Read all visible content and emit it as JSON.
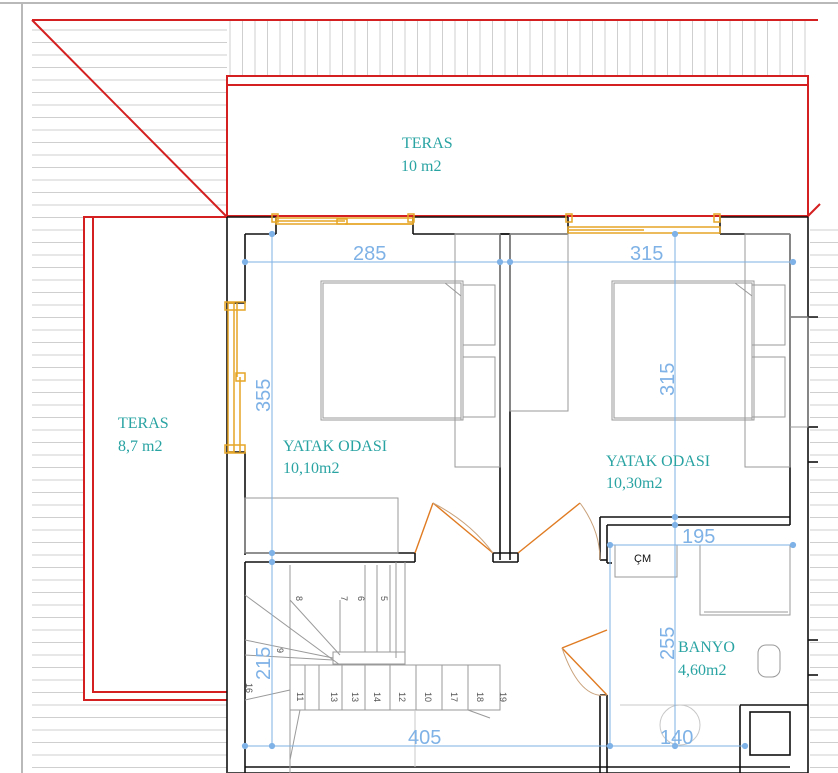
{
  "plan": {
    "rooms": [
      {
        "key": "teras_top",
        "name": "TERAS",
        "area": "10 m2"
      },
      {
        "key": "teras_left",
        "name": "TERAS",
        "area": "8,7 m2"
      },
      {
        "key": "bed1",
        "name": "YATAK ODASI",
        "area": "10,10m2"
      },
      {
        "key": "bed2",
        "name": "YATAK ODASI",
        "area": "10,30m2"
      },
      {
        "key": "bath",
        "name": "BANYO",
        "area": "4,60m2"
      }
    ],
    "dimensions": {
      "d285": "285",
      "d315h": "315",
      "d355": "355",
      "d315v": "315",
      "d195": "195",
      "d255": "255",
      "d215": "215",
      "d405": "405",
      "d140": "140"
    },
    "fixture_labels": {
      "cm": "ÇM"
    },
    "stair_steps": [
      "16",
      "11",
      "13",
      "13",
      "14",
      "12",
      "10",
      "17",
      "18",
      "19",
      "8",
      "7",
      "6",
      "5",
      "9"
    ],
    "colors": {
      "roof_outline": "#d42020",
      "wall": "#111111",
      "dimension": "#7fb2e6",
      "room_text": "#2aa3a3",
      "window": "#e5a626",
      "door": "#e07b22",
      "furniture": "#9a9a9a",
      "roof_hatch": "#c8c8c8"
    }
  }
}
